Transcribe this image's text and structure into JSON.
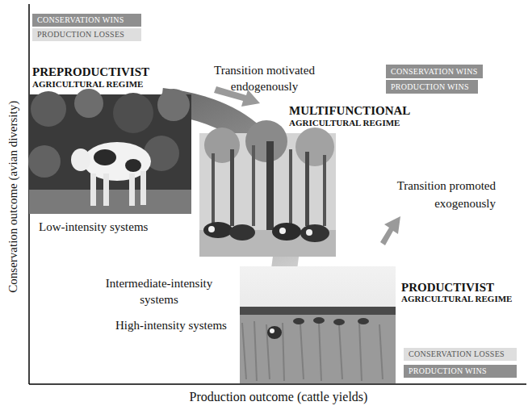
{
  "diagram": {
    "nodes": [
      {
        "text": [
          "CONSERVATION WINS"
        ]
      },
      {
        "text": [
          "PRODUCTION LOSSES"
        ]
      },
      {
        "text": [
          "CONSERVATION WINS"
        ]
      },
      {
        "text": [
          "PRODUCTION WINS"
        ]
      },
      {
        "text": [
          "CONSERVATION LOSSES"
        ]
      },
      {
        "text": [
          "PRODUCTION WINS"
        ]
      }
    ],
    "labels": [
      "PREPRODUCTIVIST",
      "AGRICULTURAL REGIME",
      "Transition motivated endogenously",
      "MULTIFUNCTIONAL",
      "AGRICULTURAL REGIME",
      "Transition promoted exogenously",
      "Low-intensity systems",
      "Intermediate-intensity systems",
      "High-intensity systems",
      "PRODUCTIVIST",
      "AGRICULTURAL REGIME",
      "Conservation outcome (avian diversity)",
      "Production outcome (cattle yields)"
    ]
  }
}
